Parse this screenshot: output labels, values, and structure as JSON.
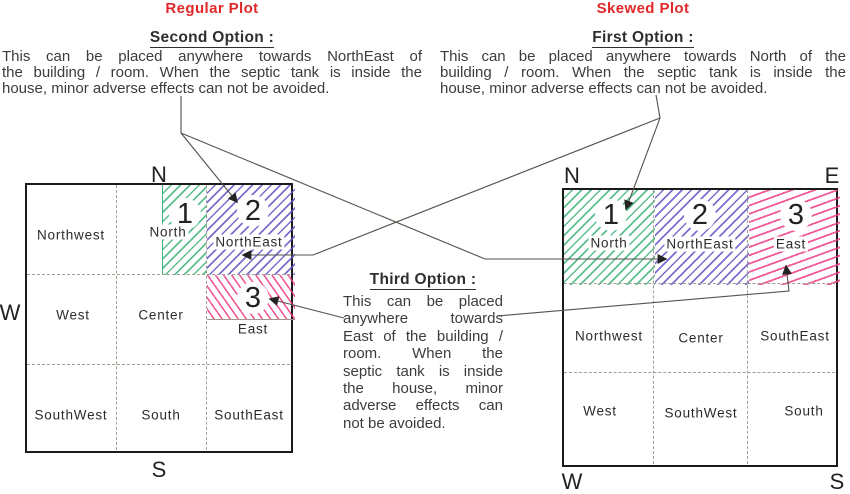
{
  "regular_section": {
    "title": "Regular Plot",
    "option_heading": "Second Option :",
    "body_lines": [
      "This can be placed anywhere towards NorthEast of",
      "the building / room. When the septic tank is inside the",
      "house, minor adverse effects can not be avoided."
    ]
  },
  "skewed_section": {
    "title": "Skewed Plot",
    "option_heading": "First Option :",
    "body_lines": [
      "This can be placed anywhere towards North of the",
      "building / room. When the septic tank is inside the",
      "house, minor adverse effects can not be avoided."
    ]
  },
  "third_section": {
    "option_heading": "Third Option :",
    "body_lines": [
      "This can be placed",
      "anywhere towards",
      "East of the building /",
      "room. When the",
      "septic tank is inside",
      "the house, minor",
      "adverse effects can",
      "not be avoided."
    ]
  },
  "regular_grid": {
    "compass_n": "N",
    "compass_w": "W",
    "compass_s": "S",
    "cells": [
      "Northwest",
      "North",
      "NorthEast",
      "West",
      "Center",
      "East",
      "SouthWest",
      "South",
      "SouthEast"
    ],
    "region_numbers": [
      "1",
      "2",
      "3"
    ]
  },
  "skewed_grid": {
    "compass_n": "N",
    "compass_e": "E",
    "compass_w": "W",
    "compass_s": "S",
    "cells": [
      "North",
      "NorthEast",
      "East",
      "Northwest",
      "Center",
      "SouthEast",
      "West",
      "SouthWest",
      "South"
    ],
    "region_numbers": [
      "1",
      "2",
      "3"
    ]
  },
  "colors": {
    "accent_red": "#e02828",
    "hatch_green": "#3eb47a",
    "hatch_blue": "#6254c6",
    "hatch_pink": "#ee3d85",
    "connector_line": "#55524c"
  }
}
